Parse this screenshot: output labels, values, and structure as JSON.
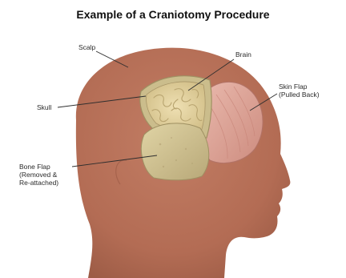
{
  "title": "Example of a Craniotomy Procedure",
  "labels": {
    "scalp": "Scalp",
    "brain": "Brain",
    "skull": "Skull",
    "skin_flap": [
      "Skin Flap",
      "(Pulled Back)"
    ],
    "bone_flap": [
      "Bone Flap",
      "(Removed &",
      "Re-attached)"
    ]
  },
  "colors": {
    "skin": "#b8715a",
    "skin_flap": "#e2aca1",
    "skull": "#d8cb9a",
    "brain": "#e8d7a6",
    "bone_flap": "#d1c491",
    "leader_line": "#2e2e2e"
  }
}
